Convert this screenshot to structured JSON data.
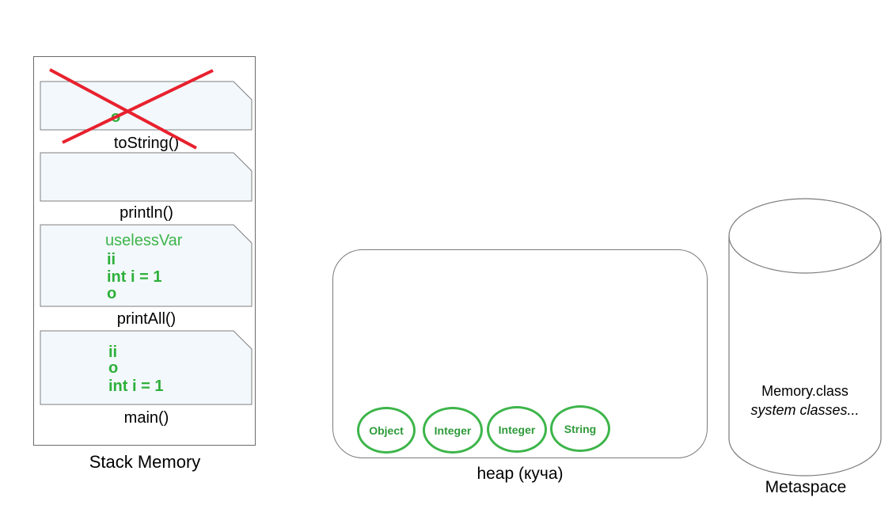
{
  "stack": {
    "caption": "Stack Memory",
    "frames": [
      {
        "label": "toString()",
        "vars": [
          "o"
        ],
        "crossed_out": true
      },
      {
        "label": "println()",
        "vars": []
      },
      {
        "label": "printAll()",
        "vars": [
          "uselessVar",
          "ii",
          "int i = 1",
          "o"
        ]
      },
      {
        "label": "main()",
        "vars": [
          "ii",
          "o",
          "int i = 1"
        ]
      }
    ]
  },
  "heap": {
    "caption": "heap (куча)",
    "objects": [
      "Object",
      "Integer",
      "Integer",
      "String"
    ]
  },
  "metaspace": {
    "caption": "Metaspace",
    "line1": "Memory.class",
    "line2": "system classes..."
  },
  "colors": {
    "frame_fill": "#f3f8fc",
    "frame_border": "#7f7f7f",
    "var_green": "#2db03a",
    "cross_red": "#e8212e",
    "object_border": "#3db54a"
  }
}
